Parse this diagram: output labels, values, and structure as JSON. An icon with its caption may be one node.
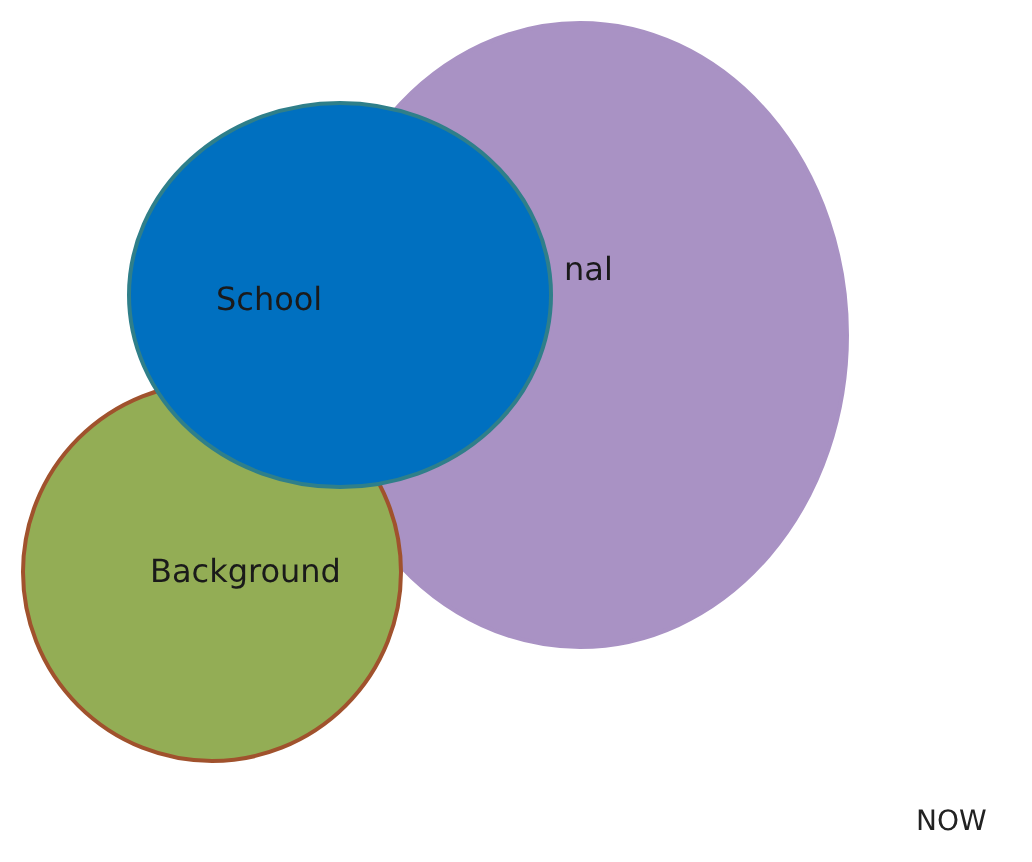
{
  "diagram": {
    "nodes": [
      {
        "text": [
          "nal"
        ]
      },
      {
        "text": [
          "Background"
        ]
      },
      {
        "text": [
          "School"
        ]
      }
    ],
    "labels": [
      "NOW"
    ]
  }
}
